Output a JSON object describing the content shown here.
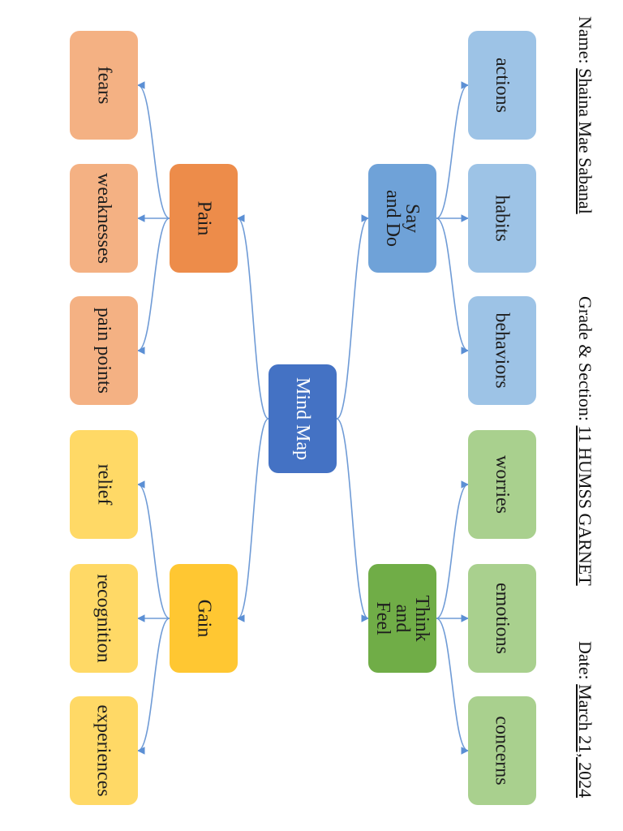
{
  "header": {
    "name_label": "Name:",
    "name_value": "Shaina Mae Sabanal",
    "grade_label": "Grade & Section:",
    "grade_value": "11 HUMSS GARNET",
    "date_label": "Date:",
    "date_value": "March 21, 2024"
  },
  "colors": {
    "center": "#4472c4",
    "say_do_branch": "#6fa2d8",
    "say_do_leaf": "#9dc3e6",
    "think_feel_branch": "#70ad47",
    "think_feel_leaf": "#a9d08e",
    "pain_branch": "#ed8c4a",
    "pain_leaf": "#f4b183",
    "gain_branch": "#ffc732",
    "gain_leaf": "#ffd966",
    "connector": "#6f9bd6"
  },
  "center": {
    "label": "Mind Map"
  },
  "branches": {
    "say_do": {
      "label": "Say and Do",
      "leaves": [
        "actions",
        "habits",
        "behaviors"
      ]
    },
    "think_feel": {
      "label": "Think and Feel",
      "leaves": [
        "worries",
        "emotions",
        "concerns"
      ]
    },
    "pain": {
      "label": "Pain",
      "leaves": [
        "fears",
        "weaknesses",
        "pain points"
      ]
    },
    "gain": {
      "label": "Gain",
      "leaves": [
        "relief",
        "recognition",
        "experiences"
      ]
    }
  }
}
